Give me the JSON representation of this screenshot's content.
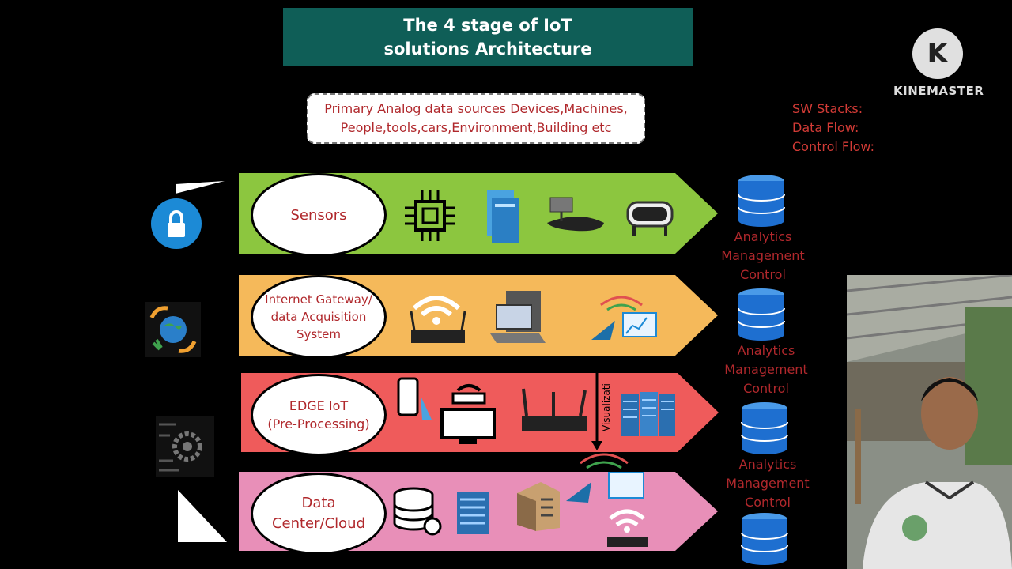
{
  "title": {
    "line1": "The 4 stage of IoT",
    "line2": "solutions Architecture"
  },
  "source": {
    "line1": "Primary Analog data sources Devices,Machines,",
    "line2": "People,tools,cars,Environment,Building etc"
  },
  "legend": {
    "line1": "SW Stacks:",
    "line2": "Data Flow:",
    "line3": "Control Flow:"
  },
  "watermark": {
    "logo_letter": "K",
    "brand": "KINEMASTER"
  },
  "stages": [
    {
      "label1": "Sensors",
      "label2": "",
      "color": "#8cc63f"
    },
    {
      "label1": "Internet Gateway/",
      "label2": "data Acquisition",
      "label3": "System",
      "color": "#f5b95a"
    },
    {
      "label1": "EDGE IoT",
      "label2": "(Pre-Processing)",
      "color": "#ef5b5b"
    },
    {
      "label1": "Data",
      "label2": "Center/Cloud",
      "color": "#e88fb8"
    }
  ],
  "db_labels": [
    {
      "l1": "Analytics",
      "l2": "Management",
      "l3": "Control"
    },
    {
      "l1": "Analytics",
      "l2": "Management",
      "l3": "Control"
    },
    {
      "l1": "Analytics",
      "l2": "Management",
      "l3": "Control"
    }
  ],
  "vertical_text": "Visualizati",
  "colors": {
    "title_bg": "#0f5e57",
    "label_red": "#b0282c",
    "legend_red": "#d23b36",
    "db_blue": "#1e6fd0"
  }
}
